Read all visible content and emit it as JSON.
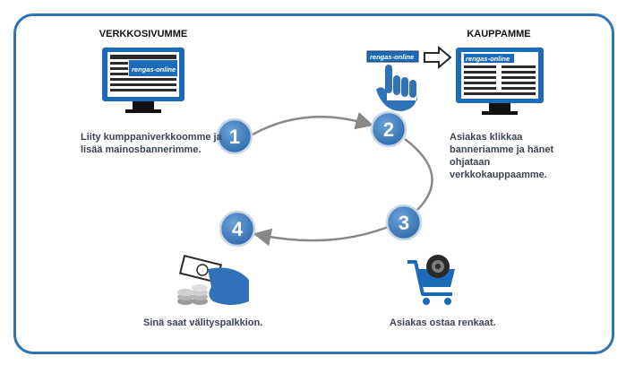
{
  "labels": {
    "site_title": "VERKKOSIVUMME",
    "shop_title": "KAUPPAMME",
    "banner_text": "rengas-online"
  },
  "steps": [
    {
      "number": "1",
      "text": "Liity kumppaniverkkoomme ja lisää mainosbannerimme."
    },
    {
      "number": "2",
      "text": "Asiakas klikkaa banneriamme ja hänet ohjataan verkkokauppaamme."
    },
    {
      "number": "3",
      "text": "Asiakas ostaa renkaat."
    },
    {
      "number": "4",
      "text": "Sinä saat välityspalkkion."
    }
  ],
  "colors": {
    "accent": "#2e74b5",
    "step_circle": "#4a86c5",
    "cycle_arrow": "#888888",
    "monitor": "#1c6bb8"
  },
  "icons": [
    "monitor-icon",
    "hand-pointer-icon",
    "arrow-right-icon",
    "shopping-cart-icon",
    "tire-icon",
    "money-hand-icon",
    "coin-stack-icon"
  ]
}
